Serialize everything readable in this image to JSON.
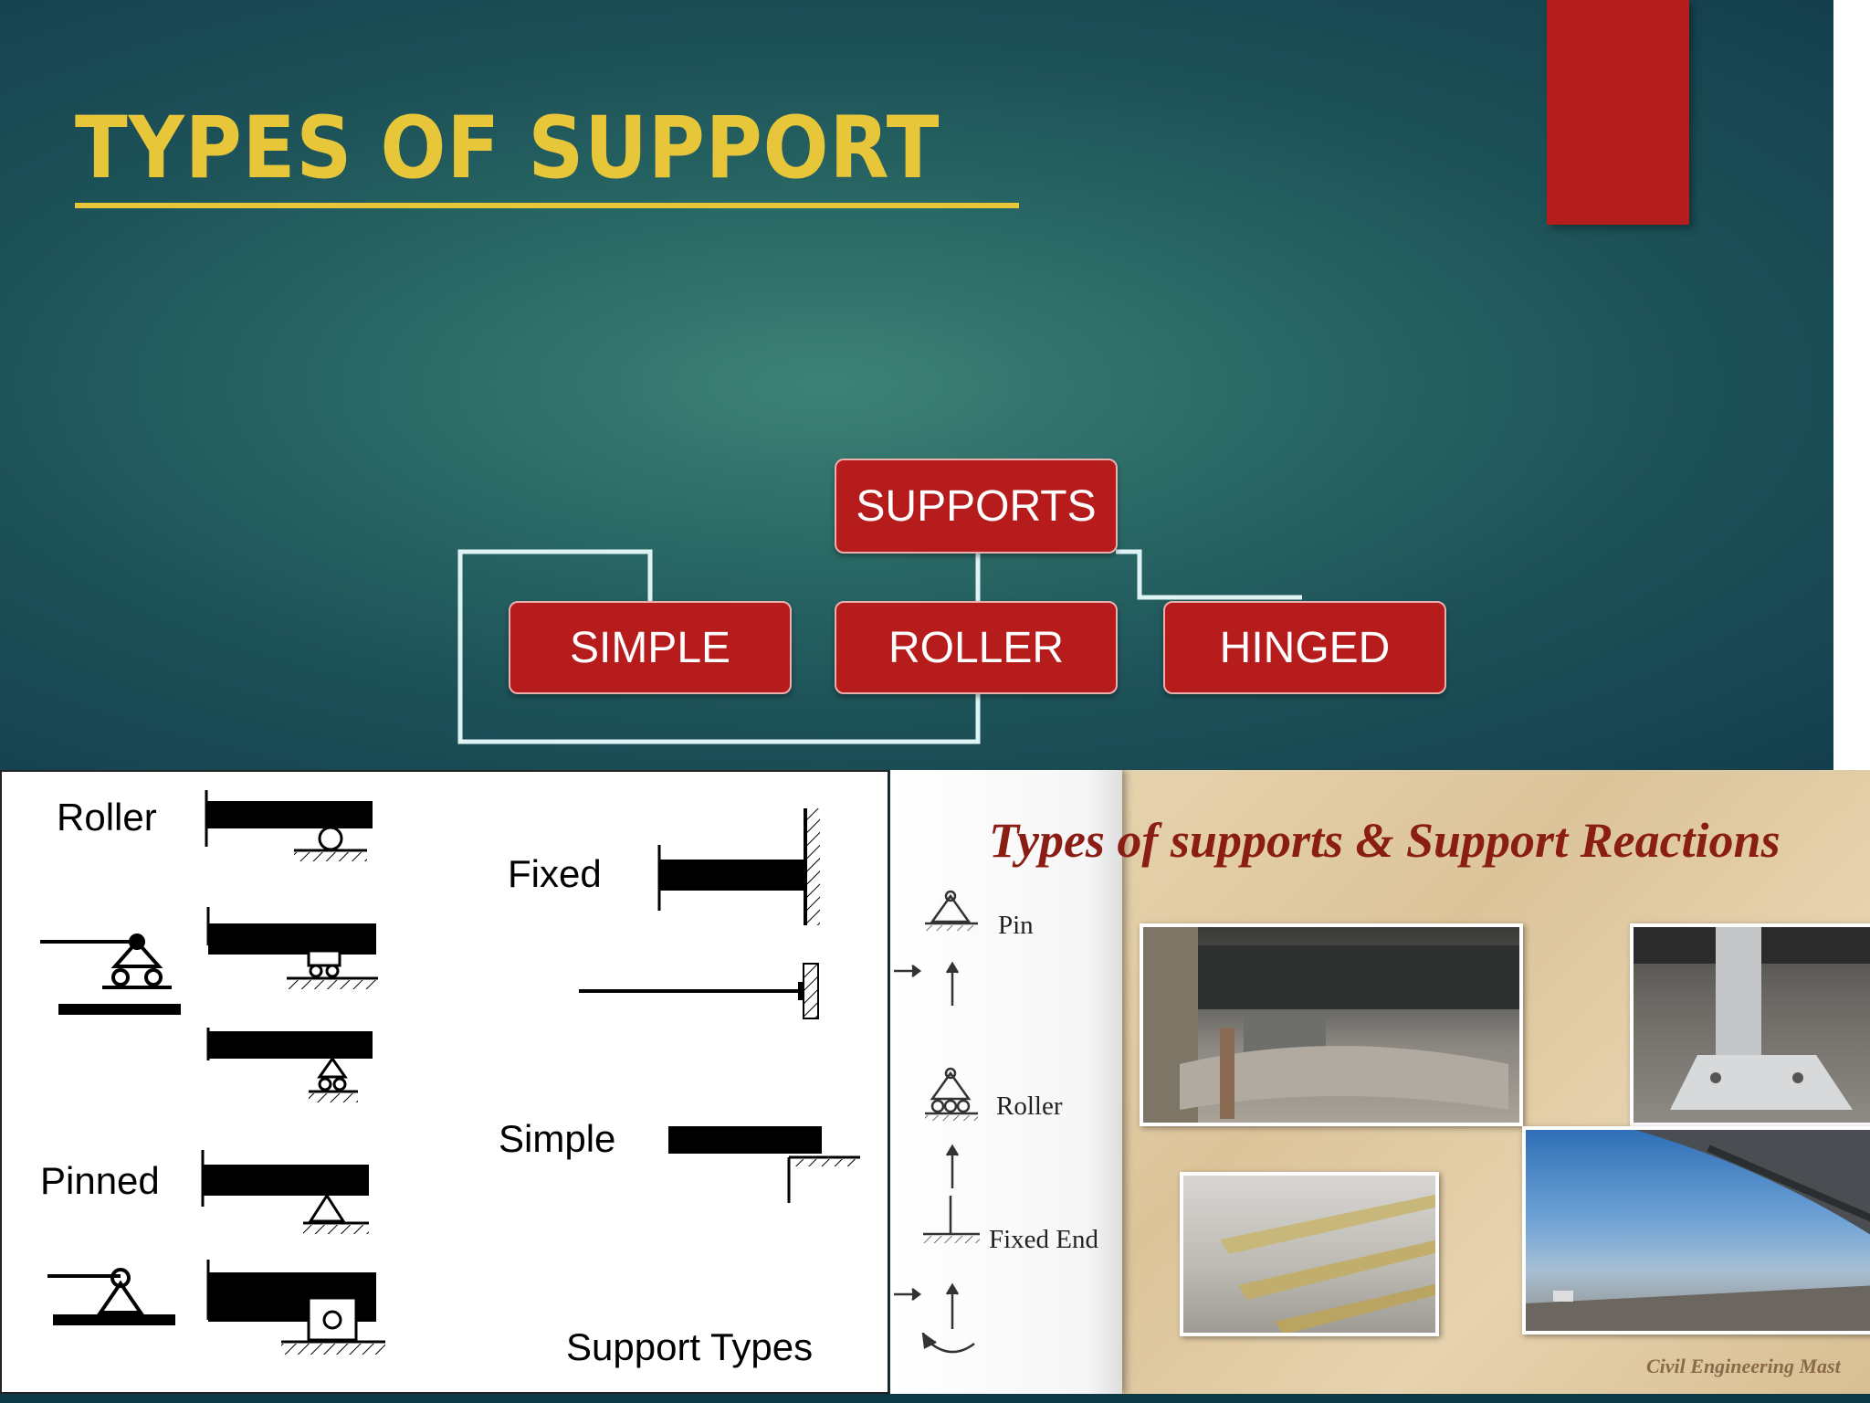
{
  "slide": {
    "title": "TYPES OF SUPPORT",
    "colors": {
      "title": "#e8c63a",
      "node_fill": "#b71c1c",
      "connector": "#dff3f4",
      "accent_bar": "#b51d1d"
    },
    "diagram": {
      "root": "SUPPORTS",
      "children": [
        "SIMPLE",
        "ROLLER",
        "HINGED"
      ]
    }
  },
  "panel_left": {
    "labels": {
      "roller": "Roller",
      "pinned": "Pinned",
      "fixed": "Fixed",
      "simple": "Simple",
      "caption": "Support Types"
    }
  },
  "panel_right": {
    "title": "Types of supports & Support Reactions",
    "symbols": [
      "Pin",
      "Roller",
      "Fixed End"
    ],
    "credit": "Civil Engineering Mast"
  }
}
